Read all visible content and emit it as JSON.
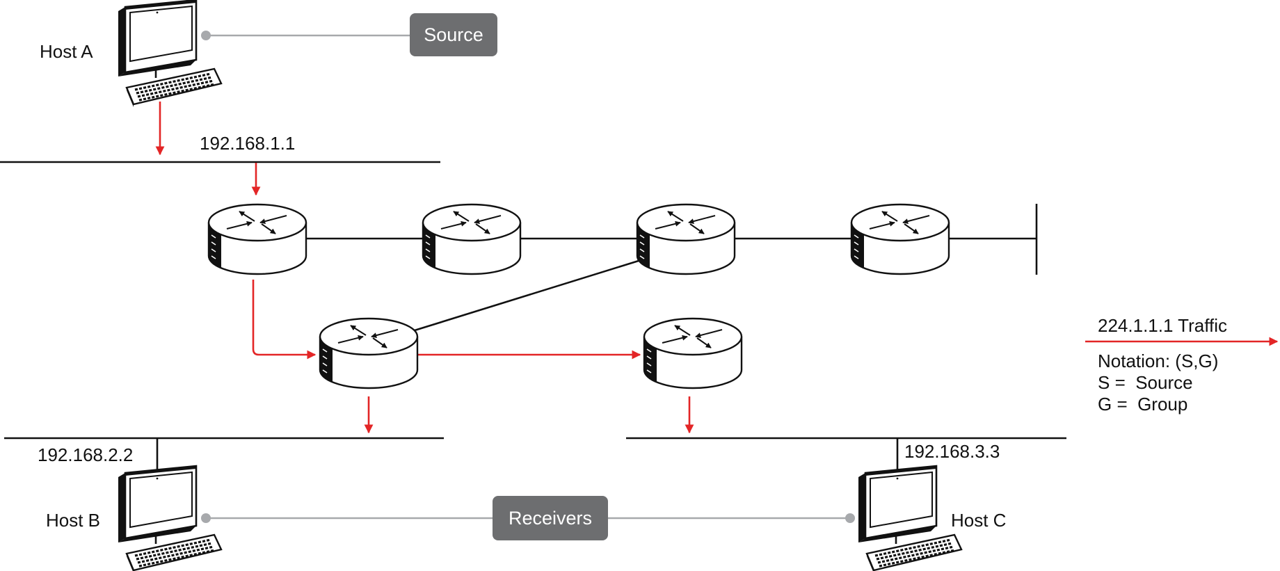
{
  "hosts": {
    "a": {
      "label": "Host A"
    },
    "b": {
      "label": "Host B"
    },
    "c": {
      "label": "Host C"
    }
  },
  "addresses": {
    "host_a": "192.168.1.1",
    "host_b": "192.168.2.2",
    "host_c": "192.168.3.3"
  },
  "tags": {
    "source": "Source",
    "receivers": "Receivers"
  },
  "legend": {
    "traffic": "224.1.1.1 Traffic",
    "notation": "Notation: (S,G)",
    "s_def": "S =  Source",
    "g_def": "G =  Group"
  },
  "colors": {
    "traffic_path": "#e32526",
    "links": "#111111",
    "tag_connector": "#a7a9ac",
    "tag_fill": "#6d6e70",
    "tag_text": "#ffffff"
  },
  "icons": {
    "router": "router-icon",
    "host": "computer-icon"
  }
}
